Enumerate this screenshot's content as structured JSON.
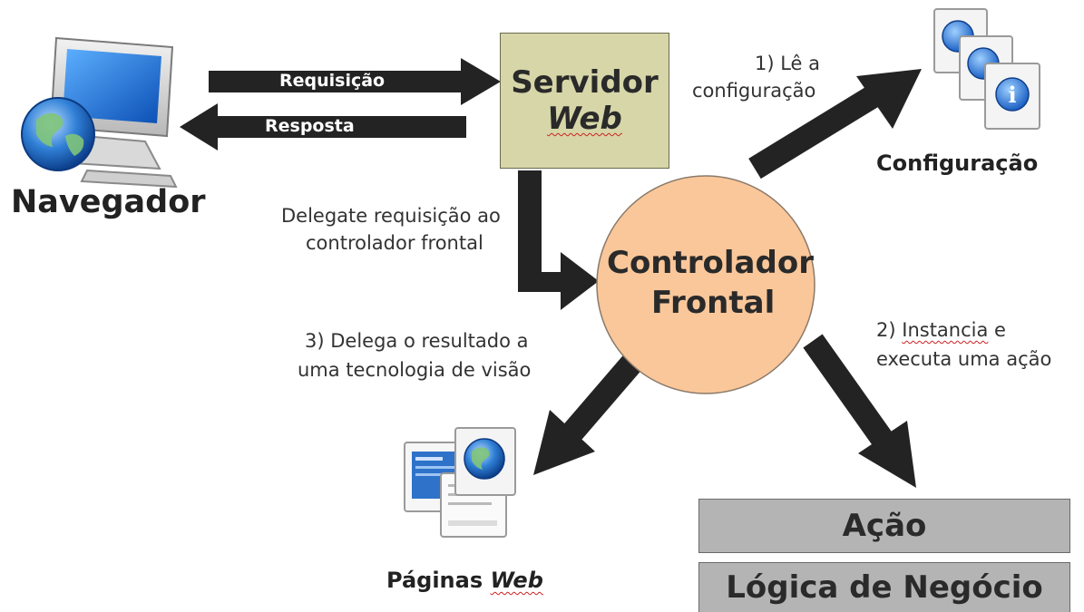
{
  "browser": {
    "label": "Navegador",
    "icon": "computer-globe-icon"
  },
  "server": {
    "line1": "Servidor",
    "line2": "Web",
    "fill": "#d6d6a8"
  },
  "arrows": {
    "request": "Requisição",
    "response": "Resposta"
  },
  "config": {
    "label": "Configuração",
    "icon": "info-documents-icon"
  },
  "controller": {
    "line1": "Controlador",
    "line2": "Frontal",
    "fill": "#fac79a"
  },
  "steps": {
    "delegate_line1": "Delegate requisição ao",
    "delegate_line2": "controlador frontal",
    "step1_line1": "1) Lê a",
    "step1_line2": "configuração",
    "step2_word": "Instancia",
    "step2_prefix": "2)",
    "step2_suffix": "e",
    "step2_line2": "executa uma ação",
    "step3_line1": "3) Delega o resultado a",
    "step3_line2": "uma tecnologia de visão"
  },
  "pages": {
    "label_prefix": "Páginas",
    "label_web": "Web",
    "icon": "web-pages-icon"
  },
  "boxes": {
    "action": "Ação",
    "business_logic": "Lógica de Negócio",
    "fill": "#b4b4b4"
  }
}
